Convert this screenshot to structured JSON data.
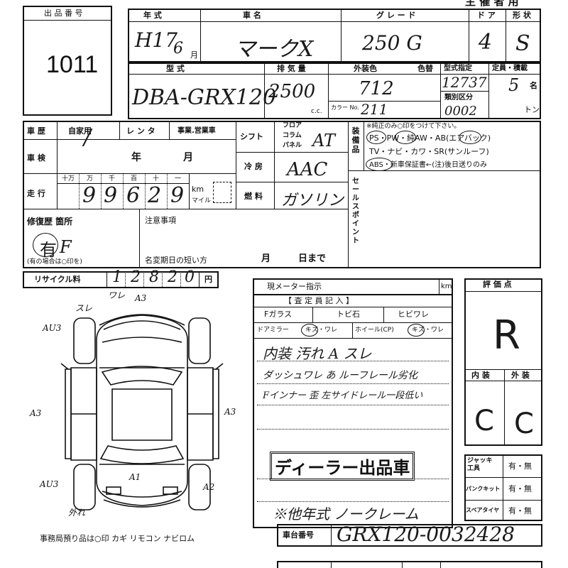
{
  "header": {
    "lot_label": "出 品 番 号",
    "lot_number": "1011",
    "top_right": "主 催 者 用"
  },
  "row1": {
    "year_label": "年 式",
    "car_name_label": "車 名",
    "grade_label": "グ レ ー ド",
    "doors_label": "ド ア",
    "shape_label": "形 状",
    "year_value": "H17",
    "month_value": "6",
    "month_suffix": "月",
    "car_name_value": "マークX",
    "grade_value": "250 G",
    "doors_value": "4",
    "shape_value": "S"
  },
  "row2": {
    "model_label": "型 式",
    "displacement_label": "排 気 量",
    "exterior_color_label": "外装色",
    "color_change_label": "色替",
    "type_designation_label": "型式指定",
    "capacity_label": "定員・積載",
    "class_label": "類別区分",
    "model_value": "DBA-GRX120",
    "displacement_value": "2500",
    "cc_unit": "c.c.",
    "color_value": "712",
    "color_no_label": "カラー No.",
    "color_no_value": "211",
    "type_designation_value": "12737",
    "class_value": "0002",
    "capacity_value": "5",
    "capacity_unit": "名",
    "ton_unit": "トン"
  },
  "history": {
    "history_label": "車 歴",
    "private_label": "自家用",
    "rental_label": "レ ン タ",
    "business_label": "事業.営業車",
    "inspection_label": "車 検",
    "year_unit": "年",
    "month_unit": "月",
    "mileage_label": "走 行",
    "digit_labels": [
      "十万",
      "万",
      "千",
      "百",
      "十",
      "一"
    ],
    "mileage_digits": [
      "9",
      "9",
      "6",
      "2",
      "9"
    ],
    "km_unit": "km",
    "mile_unit": "マイル"
  },
  "specs": {
    "shift_label": "シフト",
    "floor_label": "フロア",
    "column_label": "コラム",
    "panel_label": "パネル",
    "shift_value": "AT",
    "aircon_label": "冷 房",
    "aircon_value": "AAC",
    "fuel_label": "燃 料",
    "fuel_value": "ガソリン"
  },
  "equipment": {
    "label": "装備品",
    "note": "※純正のみ○印をつけて下さい。",
    "line1": "PS・PW・純AW・AB(エアバック)",
    "line2": "TV・ナビ・カワ・SR(サンルーフ)",
    "line3": "ABS・新車保証書←(注)後日送りのみ"
  },
  "sales_point": {
    "label": "セールスポイント"
  },
  "repair": {
    "label": "修復歴 箇所",
    "value": "有",
    "detail": "F",
    "hint": "(有の場合は○印を)",
    "notes_label": "注意事項",
    "short_label": "名変期日の短い方",
    "month_unit": "月",
    "day_unit": "日まで"
  },
  "recycle": {
    "label": "リサイクル料",
    "digits": [
      "1",
      "2",
      "8",
      "2",
      "0"
    ],
    "unit": "円"
  },
  "meter": {
    "label": "現メーター指示",
    "unit": "km"
  },
  "inspector": {
    "title": "【 査 定 員 記 入 】",
    "glass_label": "Fガラス",
    "glass_values": "トビ石",
    "crack_label": "ヒビワレ",
    "mirror_label": "ドアミラー",
    "mirror_values": "キズ・ワレ",
    "wheel_label": "ホイール(CP)",
    "wheel_values": "キズ・ワレ",
    "remark1": "内装 汚れ A スレ",
    "remark2": "ダッシュワレ あ ルーフレール劣化",
    "remark3": "Fインナー 歪  左サイドレール一段低い",
    "stamp": "ディーラー出品車",
    "claim": "※他年式 ノークレーム"
  },
  "score": {
    "label": "評 価 点",
    "value": "R",
    "interior_label": "内 装",
    "exterior_label": "外 装",
    "interior_value": "C",
    "exterior_value": "C"
  },
  "accessories": {
    "jack_label": "ジャッキ 工具",
    "puncture_label": "パンクキット",
    "spare_label": "スペアタイヤ",
    "yes_no": "有・無"
  },
  "chassis": {
    "label": "車台番号",
    "value": "GRX120-0032428"
  },
  "diagram": {
    "marks": [
      "スレ",
      "ワレ",
      "A3",
      "AU3",
      "A3",
      "A3",
      "AU3",
      "A1",
      "A2",
      "外れ"
    ]
  },
  "footer": {
    "note": "事務局預り品は○印 カギ リモコン ナビロム"
  }
}
